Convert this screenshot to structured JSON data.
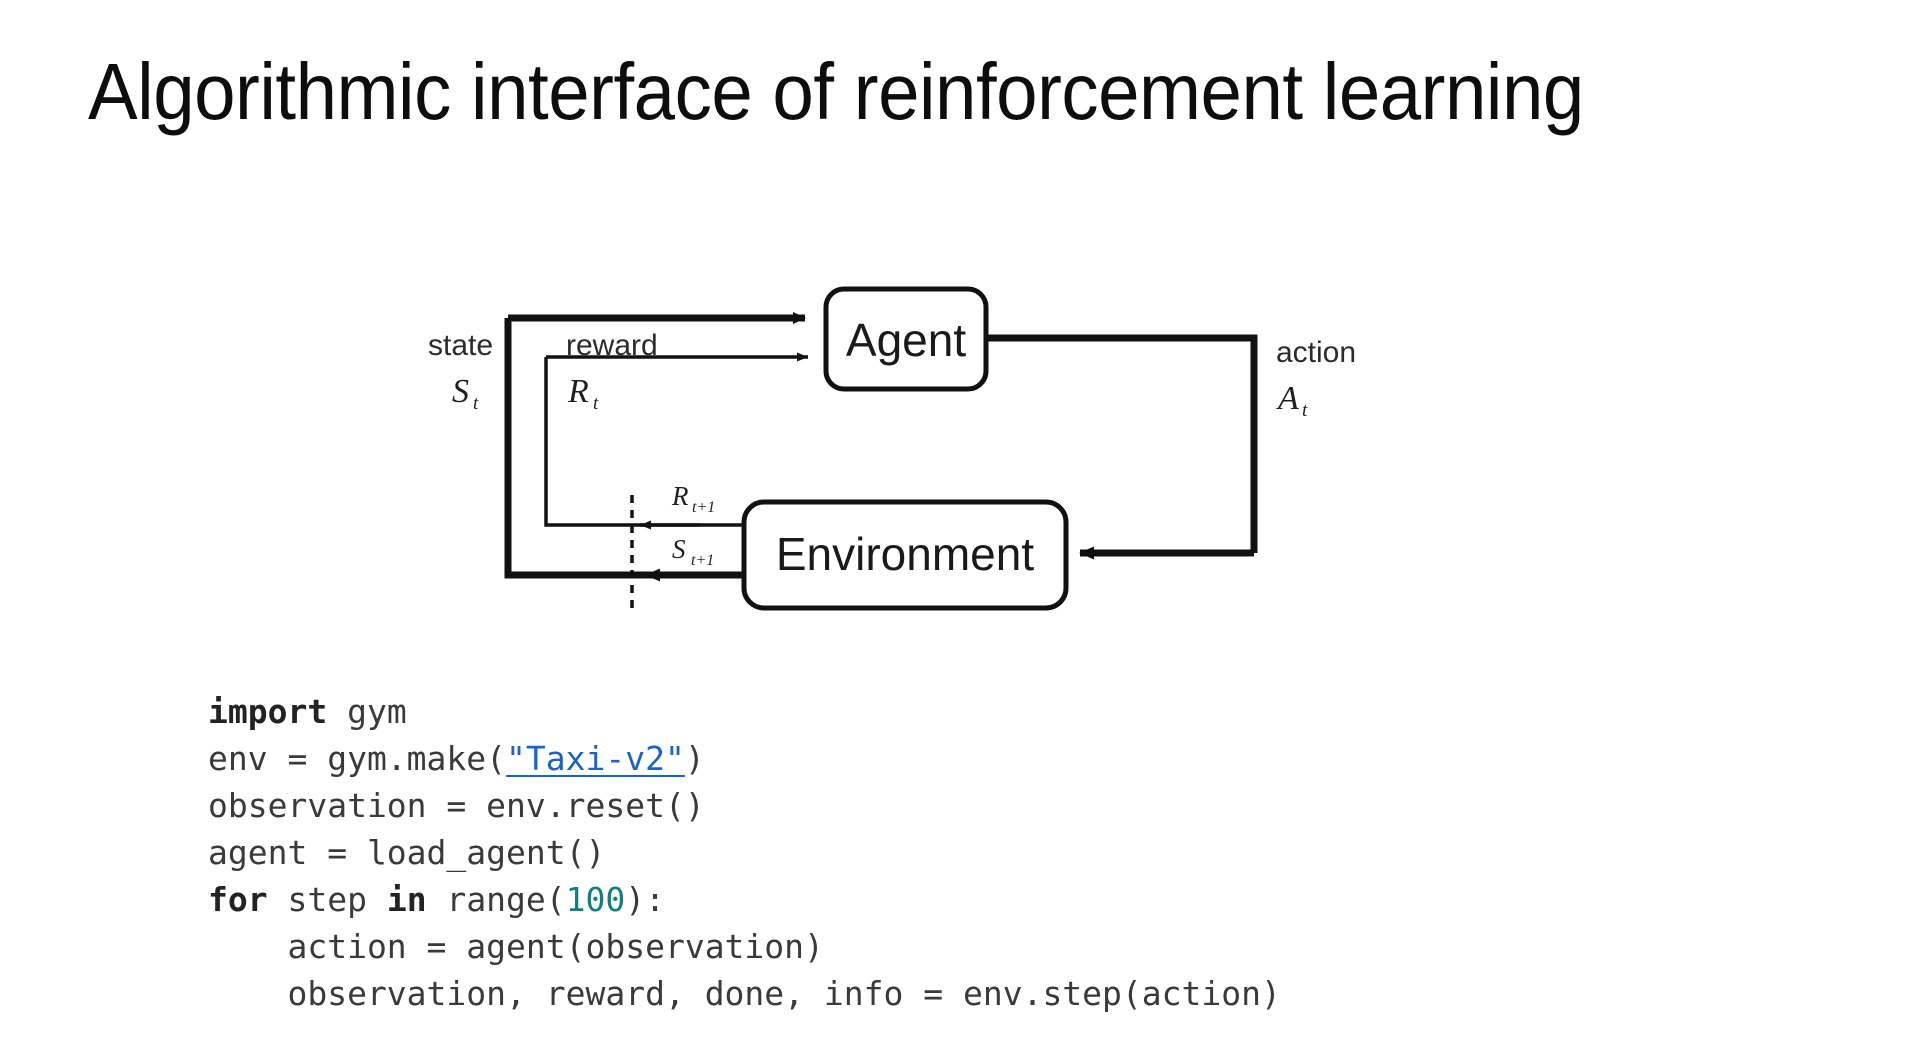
{
  "slide": {
    "title": "Algorithmic interface of reinforcement learning",
    "background_color": "#ffffff"
  },
  "diagram": {
    "name": "agent-environment-interaction-loop",
    "nodes": [
      {
        "id": "agent",
        "label": "Agent"
      },
      {
        "id": "environment",
        "label": "Environment"
      }
    ],
    "edge_labels": {
      "state_word": "state",
      "state_symbol": "S",
      "state_subscript": "t",
      "reward_word": "reward",
      "reward_symbol": "R",
      "reward_subscript": "t",
      "action_word": "action",
      "action_symbol": "A",
      "action_subscript": "t",
      "next_reward_symbol": "R",
      "next_reward_subscript": "t+1",
      "next_state_symbol": "S",
      "next_state_subscript": "t+1"
    },
    "stroke_color": "#111111",
    "box_fill": "#ffffff"
  },
  "code": {
    "language": "python",
    "link_color": "#1a63c8",
    "number_color": "#0e8080",
    "text_color": "#3a3a3a",
    "lines": [
      {
        "id": "line-1",
        "segments": [
          {
            "text": "import",
            "style": "keyword"
          },
          {
            "text": " gym",
            "style": "plain"
          }
        ]
      },
      {
        "id": "line-2",
        "segments": [
          {
            "text": "env = gym.make(",
            "style": "plain"
          },
          {
            "text": "\"Taxi-v2\"",
            "style": "link"
          },
          {
            "text": ")",
            "style": "plain"
          }
        ]
      },
      {
        "id": "line-3",
        "segments": [
          {
            "text": "observation = env.reset()",
            "style": "plain"
          }
        ]
      },
      {
        "id": "line-4",
        "segments": [
          {
            "text": "agent = load_agent()",
            "style": "plain"
          }
        ]
      },
      {
        "id": "line-5",
        "segments": [
          {
            "text": "for",
            "style": "keyword"
          },
          {
            "text": " step ",
            "style": "plain"
          },
          {
            "text": "in",
            "style": "keyword"
          },
          {
            "text": " range(",
            "style": "plain"
          },
          {
            "text": "100",
            "style": "number"
          },
          {
            "text": "):",
            "style": "plain"
          }
        ]
      },
      {
        "id": "line-6",
        "segments": [
          {
            "text": "    action = agent(observation)",
            "style": "plain"
          }
        ]
      },
      {
        "id": "line-7",
        "segments": [
          {
            "text": "    observation, reward, done, info = env.step(action)",
            "style": "plain"
          }
        ]
      }
    ]
  }
}
